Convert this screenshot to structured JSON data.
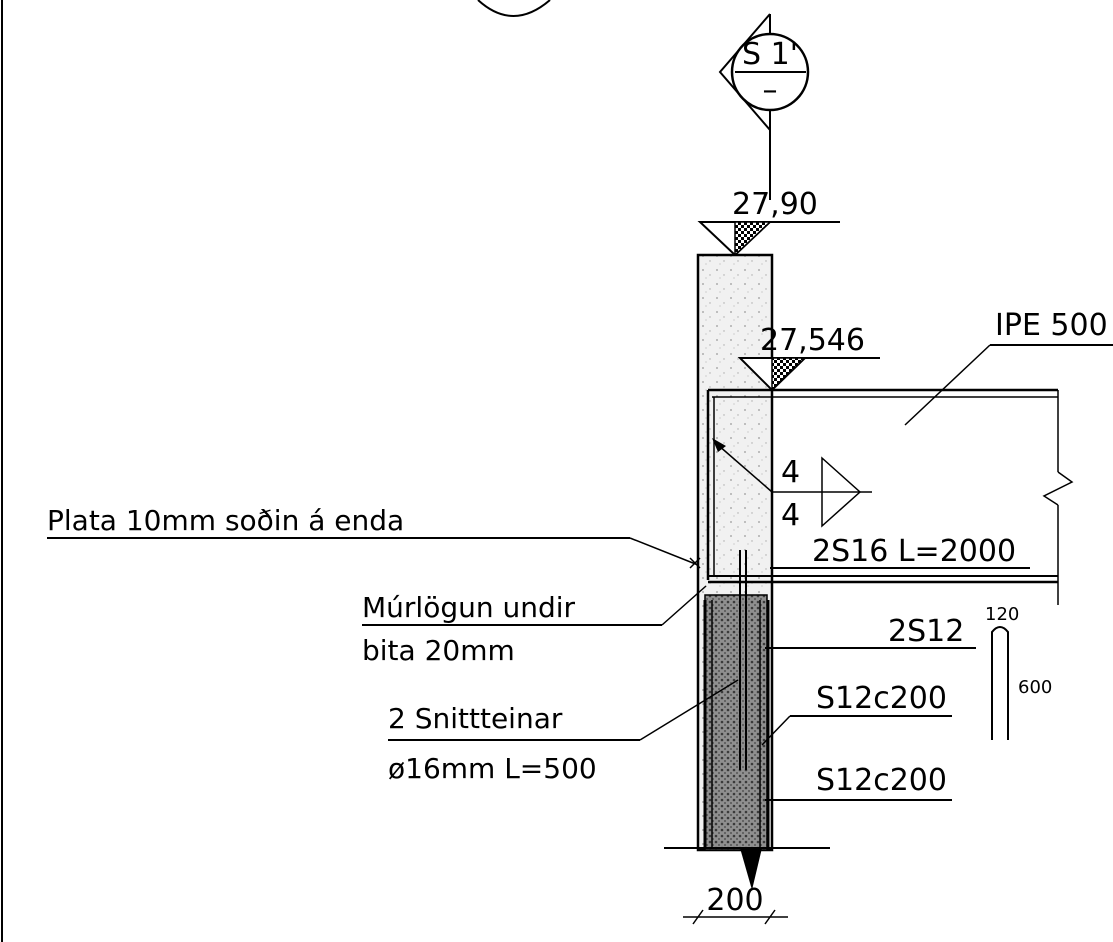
{
  "section_mark": {
    "top": "S 1'",
    "bottom": "–"
  },
  "elevations": {
    "top": "27,90",
    "beam_top": "27,546"
  },
  "beam": {
    "profile": "IPE 500"
  },
  "weld": {
    "upper": "4",
    "lower": "4"
  },
  "annotations": {
    "plate": "Plata 10mm soðin á enda",
    "mortar_line1": "Múrlögun undir",
    "mortar_line2": "bita 20mm",
    "anchors_line1": "2 Snittteinar",
    "anchors_line2": "ø16mm L=500"
  },
  "rebar": {
    "top_bars": "2S16 L=2000",
    "column_bars": "2S12",
    "link_upper": "S12c200",
    "link_lower": "S12c200",
    "bar_shape_width": "120",
    "bar_shape_height": "600"
  },
  "dimensions": {
    "wall_width": "200"
  }
}
